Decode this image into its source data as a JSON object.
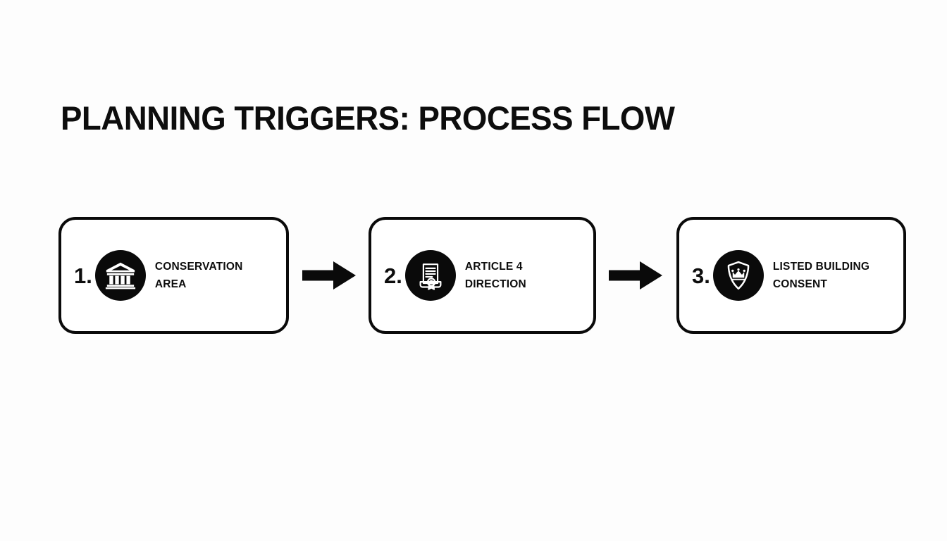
{
  "slide": {
    "title": "PLANNING TRIGGERS: PROCESS FLOW",
    "background_color": "#fdfdfd",
    "ink_color": "#0a0a0a"
  },
  "flow": {
    "steps": [
      {
        "number": "1.",
        "icon": "bank-building-icon",
        "label_line1": "CONSERVATION",
        "label_line2": "AREA"
      },
      {
        "number": "2.",
        "icon": "certificate-seal-icon",
        "label_line1": "ARTICLE 4",
        "label_line2": "DIRECTION"
      },
      {
        "number": "3.",
        "icon": "shield-crown-icon",
        "label_line1": "LISTED BUILDING",
        "label_line2": "CONSENT"
      }
    ],
    "connectors": [
      {
        "icon": "arrow-right-icon"
      },
      {
        "icon": "arrow-right-icon"
      }
    ]
  }
}
